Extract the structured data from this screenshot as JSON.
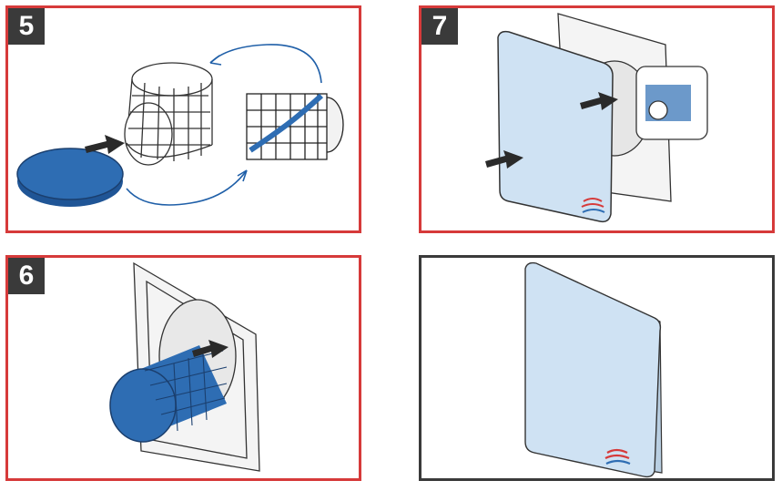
{
  "steps": [
    {
      "label": "5"
    },
    {
      "label": "7"
    },
    {
      "label": "6"
    }
  ],
  "colors": {
    "border_step": "#d63a3a",
    "border_final": "#3a3a3a",
    "badge": "#3a3a3a",
    "filter_blue": "#2e6db3",
    "cover_blue": "#cfe2f3",
    "arrow": "#2a2a2a",
    "curve_arrow": "#1f5fa8"
  },
  "icons": [
    "filter-pad-icon",
    "mesh-cage-icon",
    "filter-in-cage-icon",
    "fan-cover-icon",
    "wall-frame-icon",
    "push-arrow-icon",
    "airflow-logo-icon"
  ]
}
